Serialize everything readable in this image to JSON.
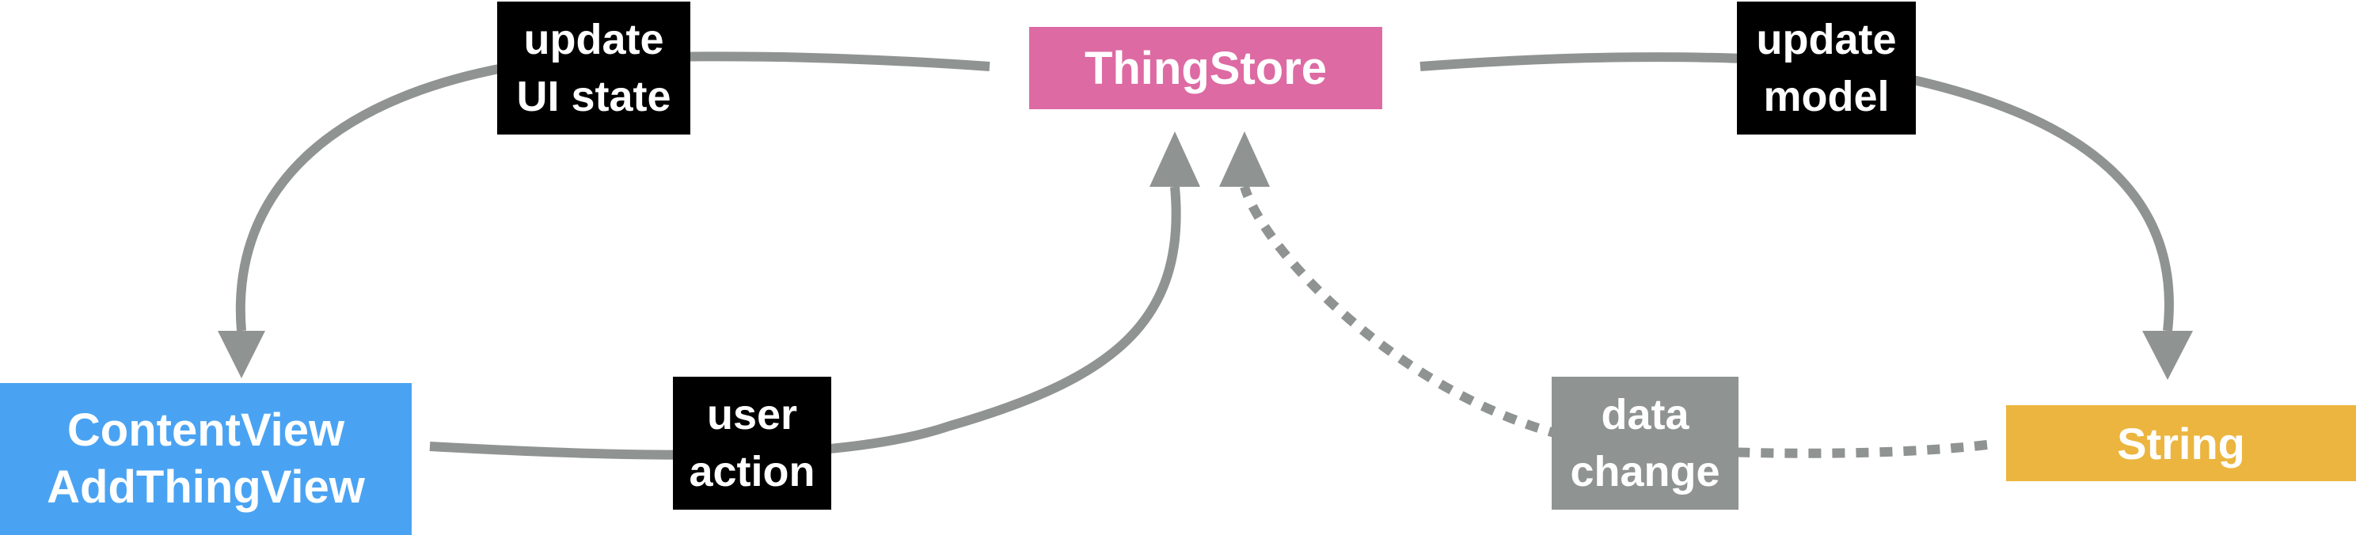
{
  "colors": {
    "connector": "#8f9391",
    "thingstore_fill": "#dd6aa3",
    "view_fill": "#4aa3f2",
    "string_fill": "#ecb53f",
    "label_fill": "#000000",
    "data_change_fill": "#8f9391",
    "text": "#ffffff"
  },
  "nodes": {
    "thingstore": {
      "label": "ThingStore"
    },
    "views": {
      "line1": "ContentView",
      "line2": "AddThingView"
    },
    "string": {
      "label": "String"
    }
  },
  "edge_labels": {
    "update_ui_state": {
      "line1": "update",
      "line2": "UI state"
    },
    "update_model": {
      "line1": "update",
      "line2": "model"
    },
    "user_action": {
      "line1": "user",
      "line2": "action"
    },
    "data_change": {
      "line1": "data",
      "line2": "change"
    }
  },
  "edges": [
    {
      "from": "ThingStore",
      "to": "ContentView/AddThingView",
      "label": "update UI state",
      "style": "solid"
    },
    {
      "from": "ContentView/AddThingView",
      "to": "ThingStore",
      "label": "user action",
      "style": "solid"
    },
    {
      "from": "ThingStore",
      "to": "String",
      "label": "update model",
      "style": "solid"
    },
    {
      "from": "String",
      "to": "ThingStore",
      "label": "data change",
      "style": "dotted"
    }
  ]
}
